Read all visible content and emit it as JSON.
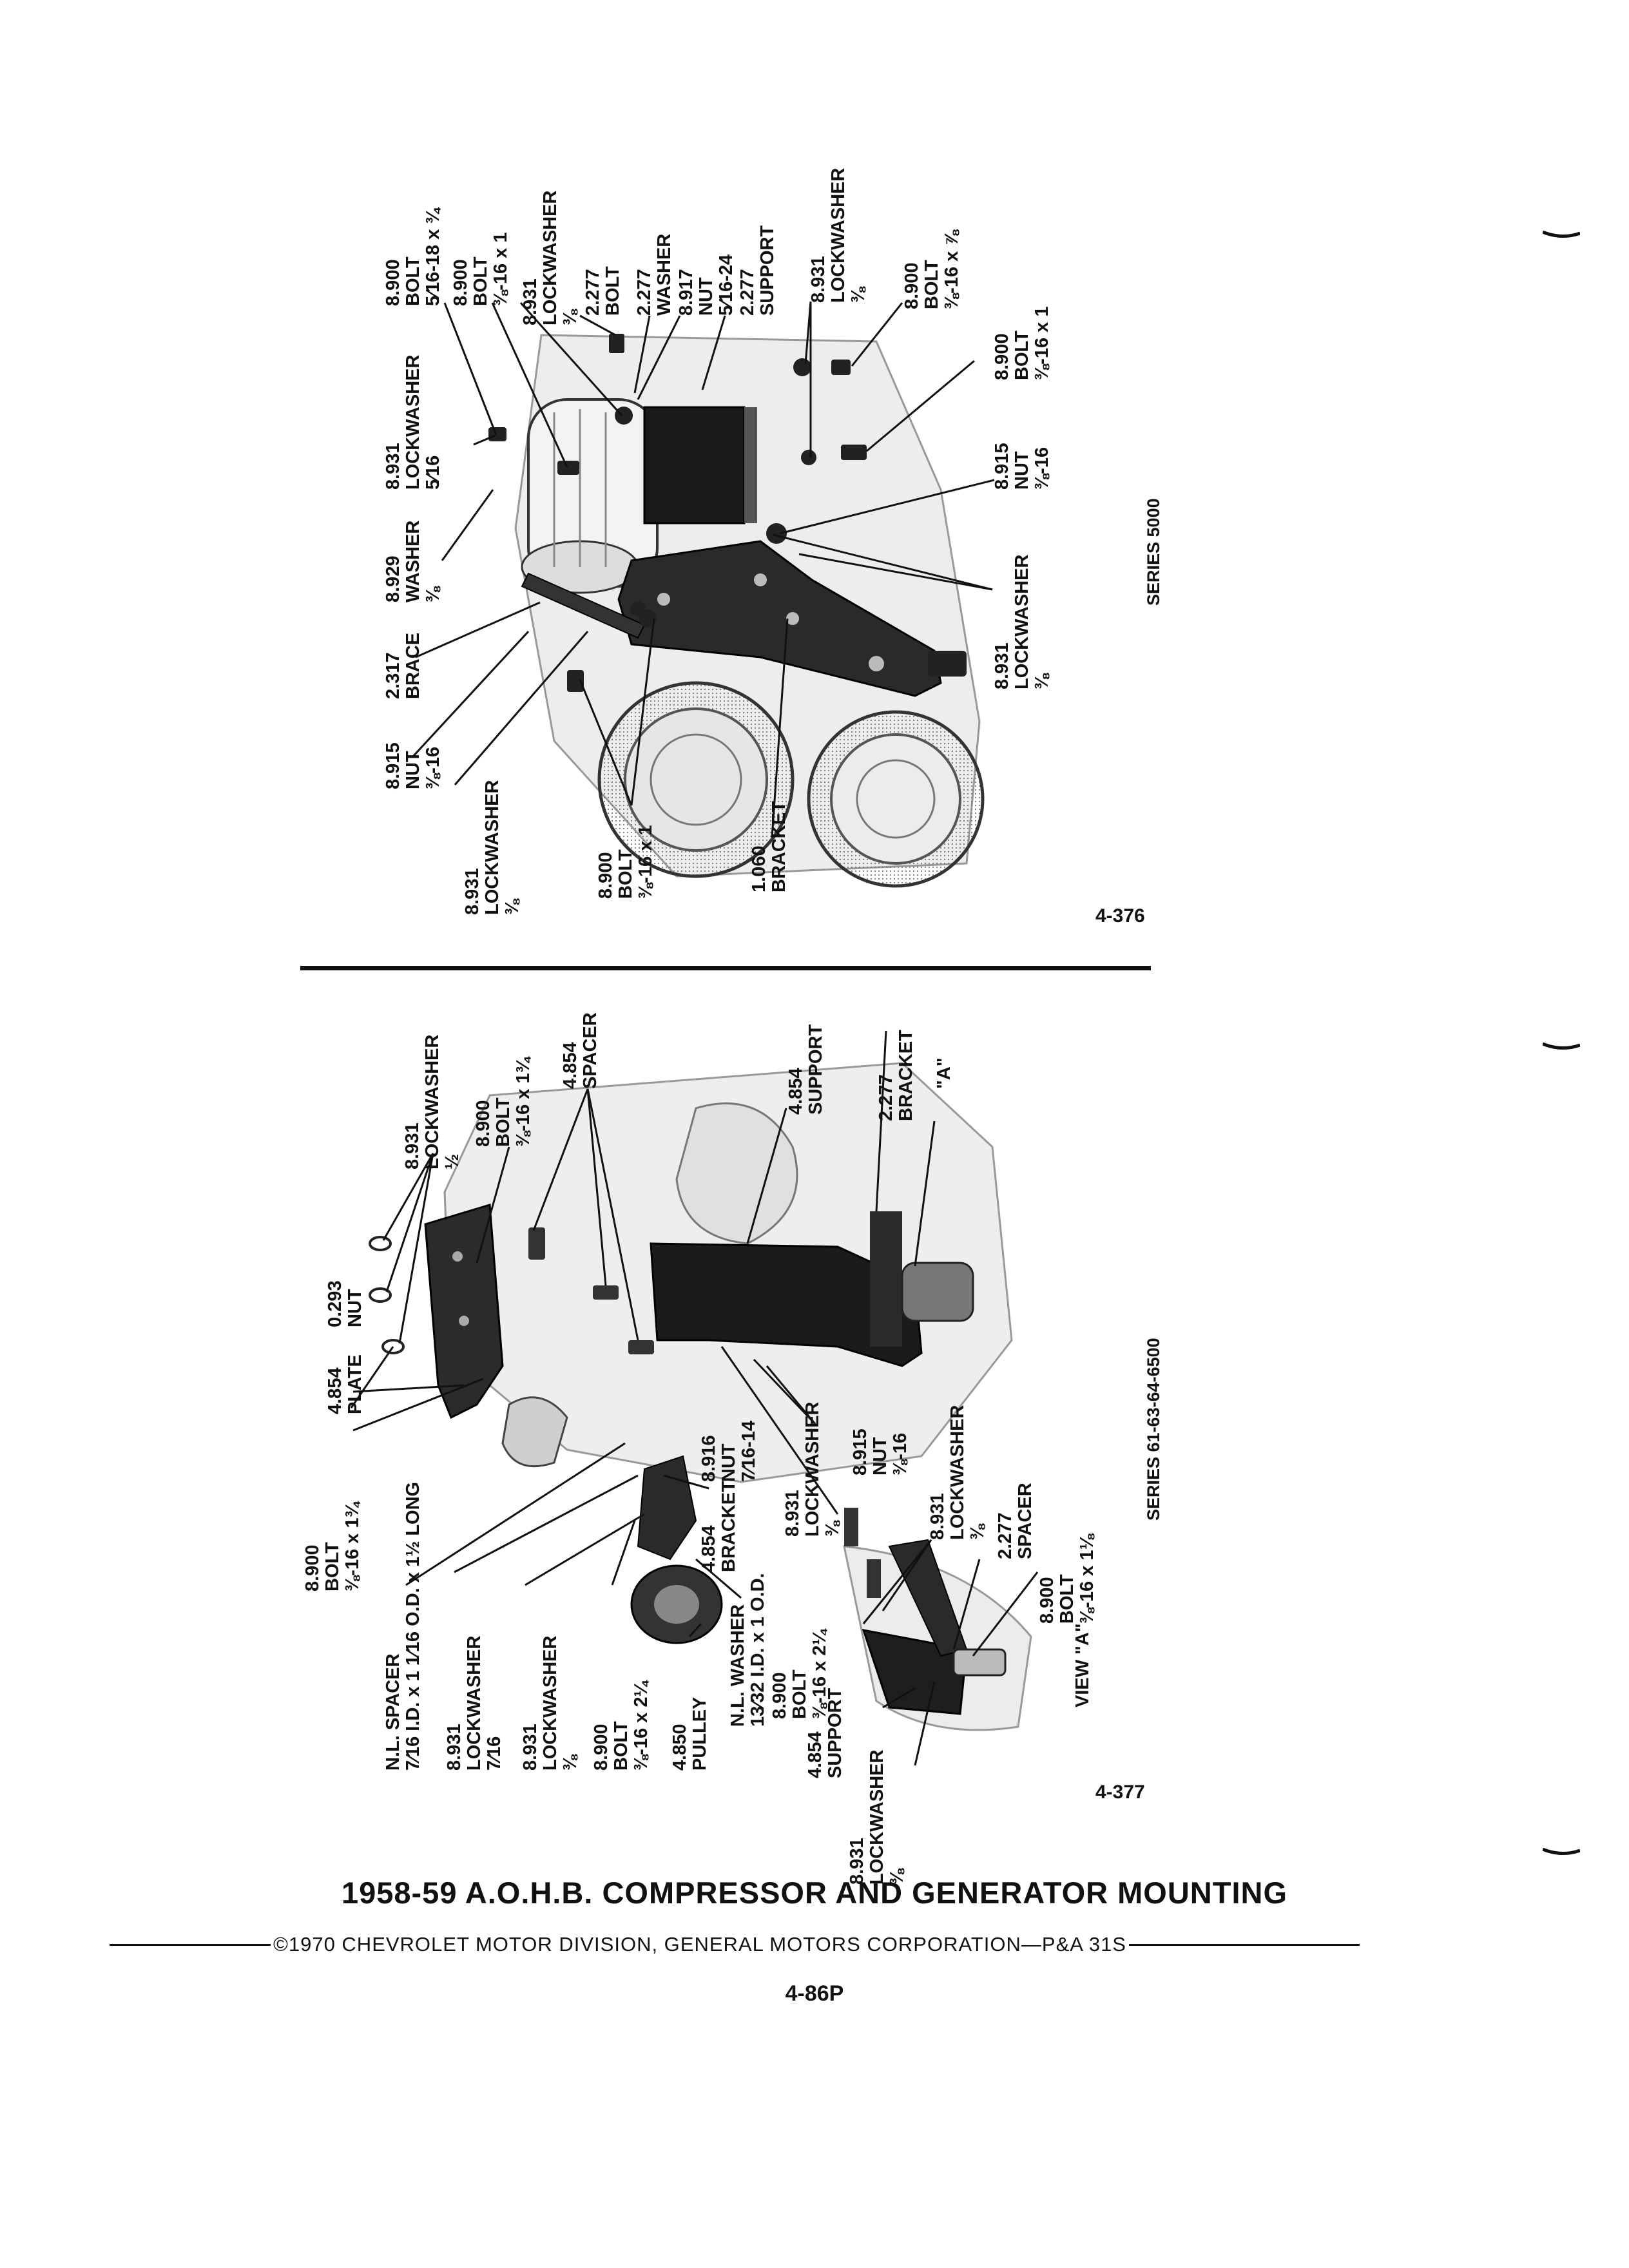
{
  "title": "1958-59 A.O.H.B. COMPRESSOR AND GENERATOR MOUNTING",
  "copyright": "©1970 CHEVROLET MOTOR DIVISION, GENERAL MOTORS CORPORATION—P&A 31S",
  "page_number": "4-86P",
  "figure_top": {
    "number": "4-376",
    "series": "SERIES 5000",
    "callouts": [
      {
        "line1": "8.931",
        "line2": "LOCKWASHER",
        "line3": "⅜"
      },
      {
        "line1": "8.915",
        "line2": "NUT",
        "line3": "⅜-16"
      },
      {
        "line1": "2.317",
        "line2": "BRACE",
        "line3": ""
      },
      {
        "line1": "8.929",
        "line2": "WASHER",
        "line3": "⅜"
      },
      {
        "line1": "8.931",
        "line2": "LOCKWASHER",
        "line3": "5⁄16"
      },
      {
        "line1": "8.900",
        "line2": "BOLT",
        "line3": "5⁄16-18 x ¾"
      },
      {
        "line1": "8.900",
        "line2": "BOLT",
        "line3": "⅜-16 x 1"
      },
      {
        "line1": "8.931",
        "line2": "LOCKWASHER",
        "line3": "⅜"
      },
      {
        "line1": "2.277",
        "line2": "BOLT",
        "line3": ""
      },
      {
        "line1": "2.277",
        "line2": "WASHER",
        "line3": ""
      },
      {
        "line1": "8.917",
        "line2": "NUT",
        "line3": "5⁄16-24"
      },
      {
        "line1": "2.277",
        "line2": "SUPPORT",
        "line3": ""
      },
      {
        "line1": "8.931",
        "line2": "LOCKWASHER",
        "line3": "⅜"
      },
      {
        "line1": "8.900",
        "line2": "BOLT",
        "line3": "⅜-16 x ⅞"
      },
      {
        "line1": "8.900",
        "line2": "BOLT",
        "line3": "⅜-16 x 1"
      },
      {
        "line1": "8.915",
        "line2": "NUT",
        "line3": "⅜-16"
      },
      {
        "line1": "8.931",
        "line2": "LOCKWASHER",
        "line3": "⅜"
      },
      {
        "line1": "8.900",
        "line2": "BOLT",
        "line3": "⅜-16 x 1"
      },
      {
        "line1": "1.060",
        "line2": "BRACKET",
        "line3": ""
      }
    ]
  },
  "figure_bottom": {
    "number": "4-377",
    "series": "SERIES 61-63-64-6500",
    "view_label": "VIEW \"A\"",
    "view_marker": "\"A\"",
    "callouts": [
      {
        "line1": "8.931",
        "line2": "LOCKWASHER",
        "line3": "½"
      },
      {
        "line1": "8.900",
        "line2": "BOLT",
        "line3": "⅜-16 x 1¾"
      },
      {
        "line1": "4.854",
        "line2": "SPACER",
        "line3": ""
      },
      {
        "line1": "0.293",
        "line2": "NUT",
        "line3": ""
      },
      {
        "line1": "4.854",
        "line2": "PLATE",
        "line3": ""
      },
      {
        "line1": "8.900",
        "line2": "BOLT",
        "line3": "⅜-16 x 1¾"
      },
      {
        "line1": "N.L. SPACER",
        "line2": "7⁄16 I.D. x 1 1⁄16 O.D. x 1½ LONG",
        "line3": ""
      },
      {
        "line1": "8.931",
        "line2": "LOCKWASHER",
        "line3": "7⁄16"
      },
      {
        "line1": "8.931",
        "line2": "LOCKWASHER",
        "line3": "⅜"
      },
      {
        "line1": "8.900",
        "line2": "BOLT",
        "line3": "⅜-16 x 2¼"
      },
      {
        "line1": "4.850",
        "line2": "PULLEY",
        "line3": ""
      },
      {
        "line1": "N.L. WASHER",
        "line2": "13⁄32 I.D. x 1 O.D.",
        "line3": ""
      },
      {
        "line1": "4.854",
        "line2": "BRACKET",
        "line3": ""
      },
      {
        "line1": "8.916",
        "line2": "NUT",
        "line3": "7⁄16-14"
      },
      {
        "line1": "4.854",
        "line2": "SUPPORT",
        "line3": ""
      },
      {
        "line1": "2.277",
        "line2": "BRACKET",
        "line3": ""
      },
      {
        "line1": "8.915",
        "line2": "NUT",
        "line3": "⅜-16"
      },
      {
        "line1": "8.931",
        "line2": "LOCKWASHER",
        "line3": "⅜"
      },
      {
        "line1": "8.900",
        "line2": "BOLT",
        "line3": "⅜-16 x 2¼"
      },
      {
        "line1": "4.854",
        "line2": "SUPPORT",
        "line3": ""
      },
      {
        "line1": "8.931",
        "line2": "LOCKWASHER",
        "line3": "⅜"
      },
      {
        "line1": "2.277",
        "line2": "SPACER",
        "line3": ""
      },
      {
        "line1": "8.900",
        "line2": "BOLT",
        "line3": "⅜-16 x 1⅛"
      },
      {
        "line1": "8.931",
        "line2": "LOCKWASHER",
        "line3": "⅜"
      }
    ]
  }
}
